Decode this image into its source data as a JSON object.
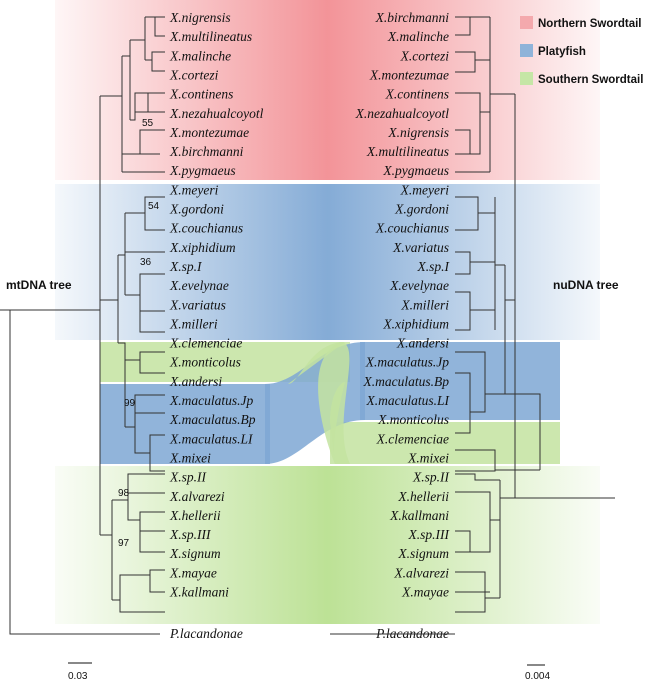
{
  "tree_labels": {
    "left": "mtDNA tree",
    "right": "nuDNA tree"
  },
  "legend": [
    {
      "label": "Northern Swordtail",
      "color": "#f4a9ad"
    },
    {
      "label": "Platyfish",
      "color": "#8fb3d9"
    },
    {
      "label": "Southern Swordtail",
      "color": "#c5e6a6"
    }
  ],
  "colors": {
    "northern": "#f28e93",
    "platyfish": "#7ea7d4",
    "southern": "#b9e090"
  },
  "left_taxa": [
    "X.nigrensis",
    "X.multilineatus",
    "X.malinche",
    "X.cortezi",
    "X.continens",
    "X.nezahualcoyotl",
    "X.montezumae",
    "X.birchmanni",
    "X.pygmaeus",
    "X.meyeri",
    "X.gordoni",
    "X.couchianus",
    "X.xiphidium",
    "X.sp.I",
    "X.evelynae",
    "X.variatus",
    "X.milleri",
    "X.clemenciae",
    "X.monticolus",
    "X.andersi",
    "X.maculatus.Jp",
    "X.maculatus.Bp",
    "X.maculatus.LI",
    "X.mixei",
    "X.sp.II",
    "X.alvarezi",
    "X.hellerii",
    "X.sp.III",
    "X.signum",
    "X.mayae",
    "X.kallmani",
    "P.lacandonae"
  ],
  "right_taxa": [
    "X.birchmanni",
    "X.malinche",
    "X.cortezi",
    "X.montezumae",
    "X.continens",
    "X.nezahualcoyotl",
    "X.nigrensis",
    "X.multilineatus",
    "X.pygmaeus",
    "X.meyeri",
    "X.gordoni",
    "X.couchianus",
    "X.variatus",
    "X.sp.I",
    "X.evelynae",
    "X.milleri",
    "X.xiphidium",
    "X.andersi",
    "X.maculatus.Jp",
    "X.maculatus.Bp",
    "X.maculatus.LI",
    "X.monticolus",
    "X.clemenciae",
    "X.mixei",
    "X.sp.II",
    "X.hellerii",
    "X.kallmani",
    "X.sp.III",
    "X.signum",
    "X.alvarezi",
    "X.mayae",
    "P.lacandonae"
  ],
  "bootstrap_values": [
    "55",
    "54",
    "36",
    "99",
    "98",
    "97"
  ],
  "scale_bars": {
    "left": "0.03",
    "right": "0.004"
  }
}
